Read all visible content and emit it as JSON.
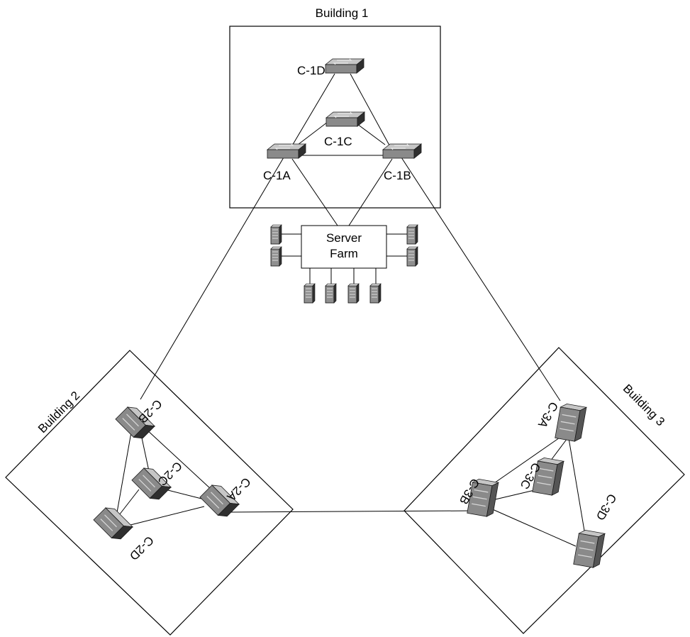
{
  "buildings": {
    "b1": {
      "title": "Building 1"
    },
    "b2": {
      "title": "Building 2"
    },
    "b3": {
      "title": "Building 3"
    }
  },
  "switches": {
    "c1a": "C-1A",
    "c1b": "C-1B",
    "c1c": "C-1C",
    "c1d": "C-1D",
    "c2a": "C-2A",
    "c2b": "C-2B",
    "c2c": "C-2C",
    "c2d": "C-2D",
    "c3a": "C-3A",
    "c3b": "C-3B",
    "c3c": "C-3C",
    "c3d": "C-3D"
  },
  "server_farm": {
    "line1": "Server",
    "line2": "Farm"
  },
  "colors": {
    "switch_top": "#c4c4c4",
    "switch_front": "#8a8a8a",
    "switch_side": "#2f2f2f",
    "server_body": "#8f8f8f"
  },
  "icons": {
    "switch": "switch-icon",
    "server": "server-icon"
  }
}
